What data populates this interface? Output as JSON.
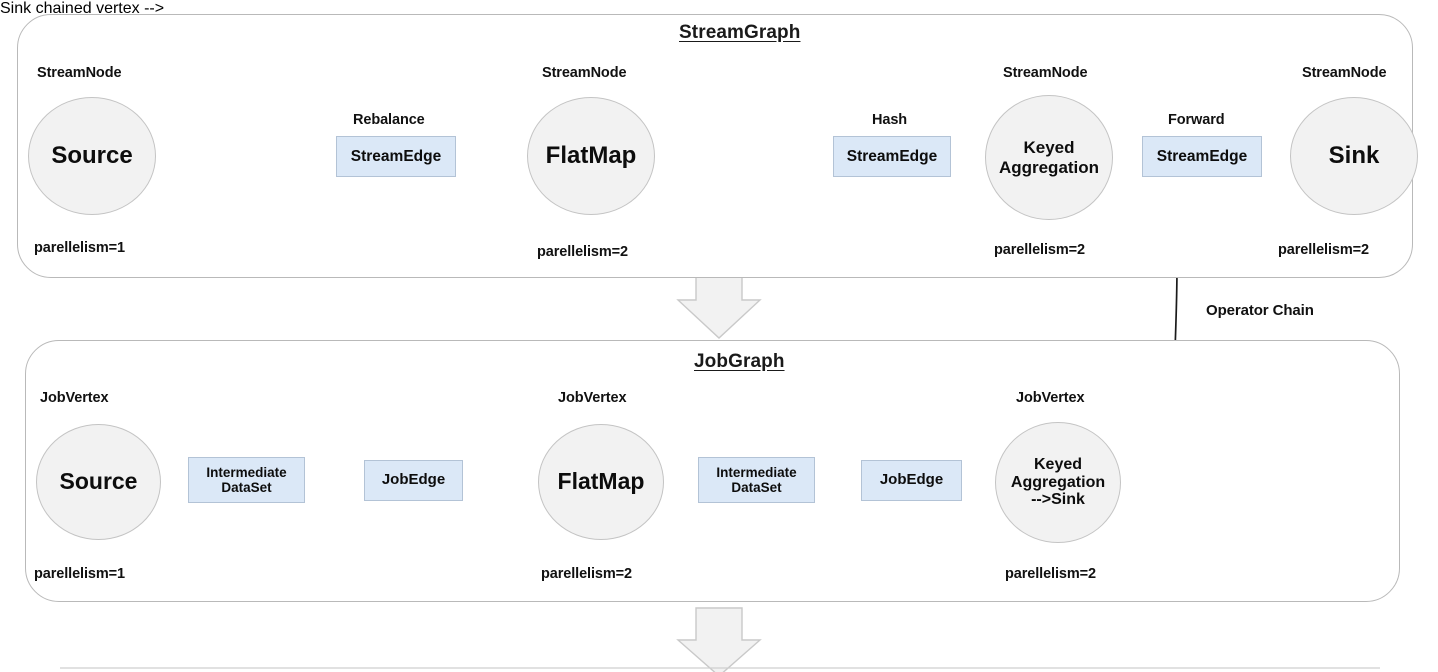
{
  "diagram": {
    "title_stream": "StreamGraph",
    "title_job": "JobGraph",
    "annotation_operator_chain": "Operator Chain",
    "colors": {
      "edge_box_fill": "#dbe8f7",
      "edge_box_border": "#b3c3d6",
      "node_fill": "#f2f2f2",
      "node_border": "#c4c4c4",
      "panel_border": "#b9b9b9",
      "arrow_fill": "#f2f2f2",
      "line": "#3f3f3f"
    }
  },
  "streamgraph": {
    "title": "StreamGraph",
    "nodes": [
      {
        "type_label": "StreamNode",
        "name": "Source",
        "parallelism": "parellelism=1"
      },
      {
        "type_label": "StreamNode",
        "name": "FlatMap",
        "parallelism": "parellelism=2"
      },
      {
        "type_label": "StreamNode",
        "name": "Keyed\nAggregation",
        "parallelism": "parellelism=2"
      },
      {
        "type_label": "StreamNode",
        "name": "Sink",
        "parallelism": "parellelism=2"
      }
    ],
    "node_names": {
      "source": "Source",
      "flatmap": "FlatMap",
      "keyed_agg_line1": "Keyed",
      "keyed_agg_line2": "Aggregation",
      "sink": "Sink"
    },
    "node_type_labels": {
      "source": "StreamNode",
      "flatmap": "StreamNode",
      "keyed_agg": "StreamNode",
      "sink": "StreamNode"
    },
    "parallelism": {
      "source": "parellelism=1",
      "flatmap": "parellelism=2",
      "keyed_agg": "parellelism=2",
      "sink": "parellelism=2"
    },
    "edges": [
      {
        "partition": "Rebalance",
        "name": "StreamEdge"
      },
      {
        "partition": "Hash",
        "name": "StreamEdge"
      },
      {
        "partition": "Forward",
        "name": "StreamEdge"
      }
    ],
    "edge_labels": {
      "rebalance": "Rebalance",
      "hash": "Hash",
      "forward": "Forward"
    },
    "edge_box_text": "StreamEdge"
  },
  "jobgraph": {
    "title": "JobGraph",
    "node_type_labels": {
      "source": "JobVertex",
      "flatmap": "JobVertex",
      "keyed_agg_sink": "JobVertex"
    },
    "node_names": {
      "source": "Source",
      "flatmap": "FlatMap",
      "chained_line1": "Keyed",
      "chained_line2": "Aggregation",
      "chained_line3": "-->Sink"
    },
    "parallelism": {
      "source": "parellelism=1",
      "flatmap": "parellelism=2",
      "keyed_agg_sink": "parellelism=2"
    },
    "boxes": {
      "intermediate_line1": "Intermediate",
      "intermediate_line2": "DataSet",
      "jobedge": "JobEdge"
    },
    "edges": [
      {
        "name": "Intermediate DataSet"
      },
      {
        "name": "JobEdge"
      },
      {
        "name": "Intermediate DataSet"
      },
      {
        "name": "JobEdge"
      }
    ]
  },
  "annotations": {
    "operator_chain": "Operator Chain"
  }
}
